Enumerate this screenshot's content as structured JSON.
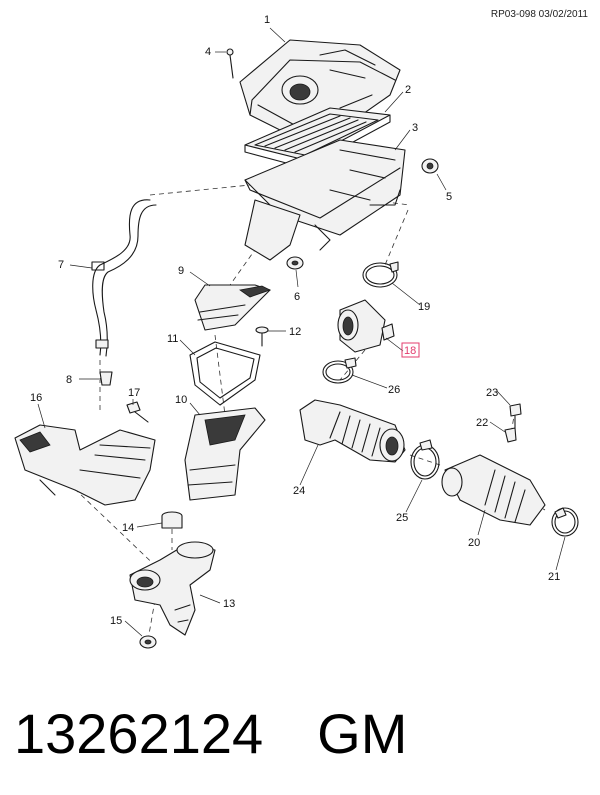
{
  "header": {
    "ref_code": "RP03-098 03/02/2011"
  },
  "diagram": {
    "callouts": {
      "c1": "1",
      "c2": "2",
      "c3": "3",
      "c4": "4",
      "c5": "5",
      "c6": "6",
      "c7": "7",
      "c8": "8",
      "c9": "9",
      "c10": "10",
      "c11": "11",
      "c12": "12",
      "c13": "13",
      "c14": "14",
      "c15": "15",
      "c16": "16",
      "c17": "17",
      "c18": "18",
      "c19": "19",
      "c20": "20",
      "c21": "21",
      "c22": "22",
      "c23": "23",
      "c24": "24",
      "c25": "25",
      "c26": "26"
    },
    "highlighted_callout": "18",
    "highlight_color": "#e33c6e"
  },
  "footer": {
    "part_number": "13262124",
    "brand": "GM"
  }
}
